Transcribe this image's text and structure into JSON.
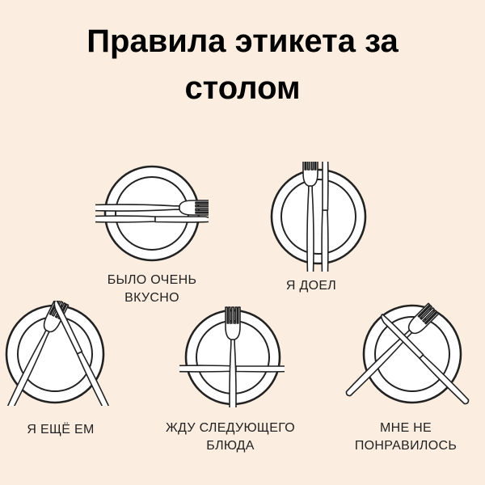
{
  "title": [
    "Правила этикета за",
    "столом"
  ],
  "plates": [
    {
      "id": "plate-very-tasty",
      "caption": [
        "было очень",
        "вкусно"
      ]
    },
    {
      "id": "plate-finished",
      "caption": [
        "я доел"
      ]
    },
    {
      "id": "plate-still-eating",
      "caption": [
        "я ещё ем"
      ]
    },
    {
      "id": "plate-waiting-next",
      "caption": [
        "жду следующего",
        "блюда"
      ]
    },
    {
      "id": "plate-did-not-like",
      "caption": [
        "мне не",
        "понравилось"
      ]
    }
  ],
  "colors": {
    "background": "#fbeee0",
    "ink": "#222222"
  }
}
